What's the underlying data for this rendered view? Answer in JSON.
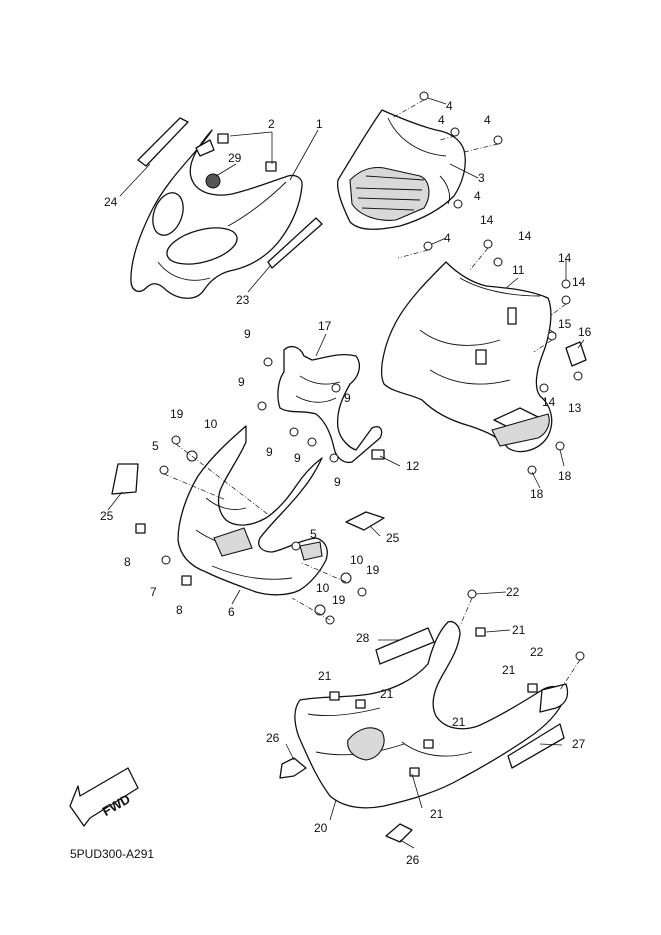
{
  "diagram_code": "5PUD300-A291",
  "fwd_label": "FWD",
  "callouts": {
    "c1": "1",
    "c2": "2",
    "c3": "3",
    "c4a": "4",
    "c4b": "4",
    "c4c": "4",
    "c4d": "4",
    "c4e": "4",
    "c5a": "5",
    "c5b": "5",
    "c6": "6",
    "c7": "7",
    "c8a": "8",
    "c8b": "8",
    "c9a": "9",
    "c9b": "9",
    "c9c": "9",
    "c9d": "9",
    "c9e": "9",
    "c9f": "9",
    "c10a": "10",
    "c10b": "10",
    "c10c": "10",
    "c11": "11",
    "c12": "12",
    "c13": "13",
    "c14a": "14",
    "c14b": "14",
    "c14c": "14",
    "c14d": "14",
    "c14e": "14",
    "c15": "15",
    "c16": "16",
    "c17": "17",
    "c18a": "18",
    "c18b": "18",
    "c19a": "19",
    "c19b": "19",
    "c19c": "19",
    "c20": "20",
    "c21a": "21",
    "c21b": "21",
    "c21c": "21",
    "c21d": "21",
    "c21e": "21",
    "c21f": "21",
    "c22a": "22",
    "c22b": "22",
    "c23": "23",
    "c24": "24",
    "c25a": "25",
    "c25b": "25",
    "c26a": "26",
    "c26b": "26",
    "c27": "27",
    "c28": "28",
    "c29": "29"
  }
}
